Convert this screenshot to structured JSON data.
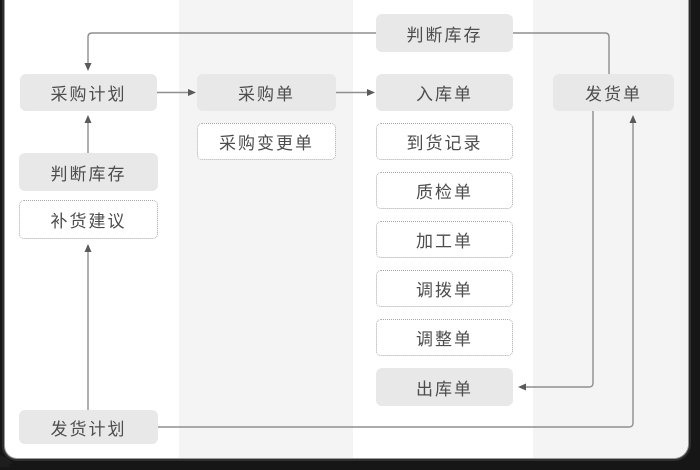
{
  "diagram": {
    "title": "purchase-inventory-shipping document flow",
    "nodes": {
      "top_judge": "判断库存",
      "purchase_plan": "采购计划",
      "purchase_order": "采购单",
      "purchase_change": "采购变更单",
      "inbound_order": "入库单",
      "ship_order": "发货单",
      "left_judge": "判断库存",
      "replenish_suggest": "补货建议",
      "arrival_record": "到货记录",
      "qc_order": "质检单",
      "process_order": "加工单",
      "transfer_order": "调拨单",
      "adjust_order": "调整单",
      "outbound_order": "出库单",
      "ship_plan": "发货计划"
    },
    "edges": [
      "top_judge -> purchase_plan",
      "purchase_plan -> purchase_order",
      "purchase_order -> inbound_order",
      "top_judge -> ship_order",
      "left_judge -> purchase_plan",
      "ship_plan -> replenish_suggest",
      "ship_order -> outbound_order",
      "ship_plan -> ship_order"
    ],
    "colors": {
      "node_fill": "#e8e8e8",
      "node_text": "#4d4d4d",
      "dotted_border": "#a8a8a8",
      "connector_line": "#8f8f8f",
      "arrowhead": "#5a5a5a",
      "lane_band": "#f4f4f4",
      "panel_bg": "#ffffff",
      "outside_bg": "#161616"
    }
  }
}
